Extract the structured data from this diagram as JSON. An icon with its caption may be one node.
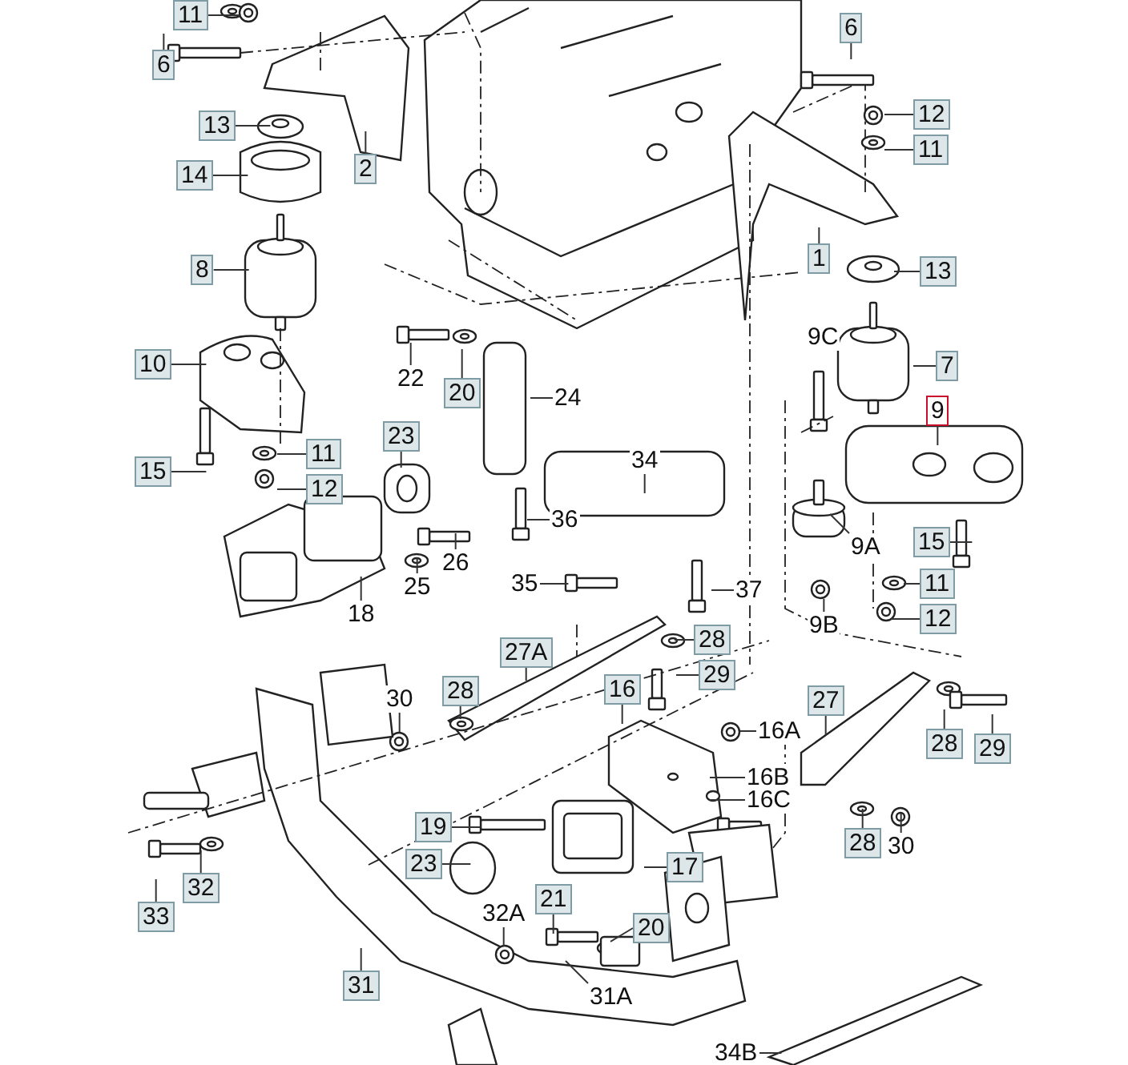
{
  "diagram": {
    "nodes": [
      {
        "text": [
          "11"
        ]
      },
      {
        "text": [
          "6"
        ]
      },
      {
        "text": [
          "13"
        ]
      },
      {
        "text": [
          "2"
        ]
      },
      {
        "text": [
          "14"
        ]
      },
      {
        "text": [
          "8"
        ]
      },
      {
        "text": [
          "10"
        ]
      },
      {
        "text": [
          "22"
        ]
      },
      {
        "text": [
          "20"
        ]
      },
      {
        "text": [
          "24"
        ]
      },
      {
        "text": [
          "15"
        ]
      },
      {
        "text": [
          "11"
        ]
      },
      {
        "text": [
          "12"
        ]
      },
      {
        "text": [
          "23"
        ]
      },
      {
        "text": [
          "34"
        ]
      },
      {
        "text": [
          "36"
        ]
      },
      {
        "text": [
          "26"
        ]
      },
      {
        "text": [
          "25"
        ]
      },
      {
        "text": [
          "18"
        ]
      },
      {
        "text": [
          "35"
        ]
      },
      {
        "text": [
          "37"
        ]
      },
      {
        "text": [
          "6"
        ]
      },
      {
        "text": [
          "12"
        ]
      },
      {
        "text": [
          "11"
        ]
      },
      {
        "text": [
          "1"
        ]
      },
      {
        "text": [
          "13"
        ]
      },
      {
        "text": [
          "7"
        ]
      },
      {
        "text": [
          "9"
        ]
      },
      {
        "text": [
          "15"
        ]
      },
      {
        "text": [
          "9A"
        ]
      },
      {
        "text": [
          "9B"
        ]
      },
      {
        "text": [
          "11"
        ]
      },
      {
        "text": [
          "12"
        ]
      },
      {
        "text": [
          "27A"
        ]
      },
      {
        "text": [
          "28"
        ]
      },
      {
        "text": [
          "29"
        ]
      },
      {
        "text": [
          "30"
        ]
      },
      {
        "text": [
          "28"
        ]
      },
      {
        "text": [
          "16"
        ]
      },
      {
        "text": [
          "16A"
        ]
      },
      {
        "text": [
          "27"
        ]
      },
      {
        "text": [
          "28"
        ]
      },
      {
        "text": [
          "29"
        ]
      },
      {
        "text": [
          "16B"
        ]
      },
      {
        "text": [
          "16C"
        ]
      },
      {
        "text": [
          "28"
        ]
      },
      {
        "text": [
          "30"
        ]
      },
      {
        "text": [
          "19"
        ]
      },
      {
        "text": [
          "32"
        ]
      },
      {
        "text": [
          "33"
        ]
      },
      {
        "text": [
          "23"
        ]
      },
      {
        "text": [
          "17"
        ]
      },
      {
        "text": [
          "21"
        ]
      },
      {
        "text": [
          "32A"
        ]
      },
      {
        "text": [
          "20"
        ]
      },
      {
        "text": [
          "31"
        ]
      },
      {
        "text": [
          "31A"
        ]
      },
      {
        "text": [
          "34B"
        ]
      },
      {
        "text": [
          "9C"
        ]
      }
    ],
    "edges": [
      {
        "from": 0,
        "to": null,
        "arrow": "none"
      },
      {
        "from": 1,
        "to": null,
        "arrow": "none"
      },
      {
        "from": 2,
        "to": null,
        "arrow": "none"
      },
      {
        "from": 3,
        "to": null,
        "arrow": "none"
      },
      {
        "from": 4,
        "to": null,
        "arrow": "none"
      },
      {
        "from": 5,
        "to": null,
        "arrow": "none"
      },
      {
        "from": 6,
        "to": null,
        "arrow": "none"
      },
      {
        "from": 7,
        "to": null,
        "arrow": "none"
      },
      {
        "from": 8,
        "to": null,
        "arrow": "none"
      },
      {
        "from": 9,
        "to": null,
        "arrow": "none"
      },
      {
        "from": 10,
        "to": null,
        "arrow": "none"
      },
      {
        "from": 11,
        "to": null,
        "arrow": "none"
      },
      {
        "from": 12,
        "to": null,
        "arrow": "none"
      },
      {
        "from": 13,
        "to": null,
        "arrow": "none"
      },
      {
        "from": 14,
        "to": null,
        "arrow": "none"
      },
      {
        "from": 15,
        "to": null,
        "arrow": "none"
      },
      {
        "from": 16,
        "to": null,
        "arrow": "none"
      },
      {
        "from": 17,
        "to": null,
        "arrow": "none"
      },
      {
        "from": 18,
        "to": null,
        "arrow": "none"
      },
      {
        "from": 19,
        "to": null,
        "arrow": "none"
      },
      {
        "from": 20,
        "to": null,
        "arrow": "none"
      },
      {
        "from": 21,
        "to": null,
        "arrow": "none"
      },
      {
        "from": 22,
        "to": null,
        "arrow": "none"
      },
      {
        "from": 23,
        "to": null,
        "arrow": "none"
      },
      {
        "from": 24,
        "to": null,
        "arrow": "none"
      },
      {
        "from": 25,
        "to": null,
        "arrow": "none"
      },
      {
        "from": 26,
        "to": null,
        "arrow": "none"
      },
      {
        "from": 27,
        "to": null,
        "arrow": "none"
      },
      {
        "from": 28,
        "to": null,
        "arrow": "none"
      },
      {
        "from": 29,
        "to": null,
        "arrow": "none"
      },
      {
        "from": 30,
        "to": null,
        "arrow": "none"
      },
      {
        "from": 31,
        "to": null,
        "arrow": "none"
      },
      {
        "from": 32,
        "to": null,
        "arrow": "none"
      },
      {
        "from": 33,
        "to": null,
        "arrow": "none"
      },
      {
        "from": 34,
        "to": null,
        "arrow": "none"
      },
      {
        "from": 35,
        "to": null,
        "arrow": "none"
      },
      {
        "from": 36,
        "to": null,
        "arrow": "none"
      },
      {
        "from": 37,
        "to": null,
        "arrow": "none"
      },
      {
        "from": 38,
        "to": null,
        "arrow": "none"
      },
      {
        "from": 39,
        "to": null,
        "arrow": "none"
      },
      {
        "from": 40,
        "to": null,
        "arrow": "none"
      },
      {
        "from": 41,
        "to": null,
        "arrow": "none"
      },
      {
        "from": 42,
        "to": null,
        "arrow": "none"
      },
      {
        "from": 43,
        "to": null,
        "arrow": "none"
      },
      {
        "from": 44,
        "to": null,
        "arrow": "none"
      },
      {
        "from": 45,
        "to": null,
        "arrow": "none"
      },
      {
        "from": 46,
        "to": null,
        "arrow": "none"
      },
      {
        "from": 47,
        "to": null,
        "arrow": "none"
      },
      {
        "from": 48,
        "to": null,
        "arrow": "none"
      },
      {
        "from": 49,
        "to": null,
        "arrow": "none"
      },
      {
        "from": 50,
        "to": null,
        "arrow": "none"
      },
      {
        "from": 51,
        "to": null,
        "arrow": "none"
      },
      {
        "from": 52,
        "to": null,
        "arrow": "none"
      },
      {
        "from": 53,
        "to": null,
        "arrow": "none"
      },
      {
        "from": 54,
        "to": null,
        "arrow": "none"
      },
      {
        "from": 55,
        "to": null,
        "arrow": "none"
      },
      {
        "from": 56,
        "to": null,
        "arrow": "none"
      },
      {
        "from": 57,
        "to": null,
        "arrow": "none"
      }
    ]
  }
}
